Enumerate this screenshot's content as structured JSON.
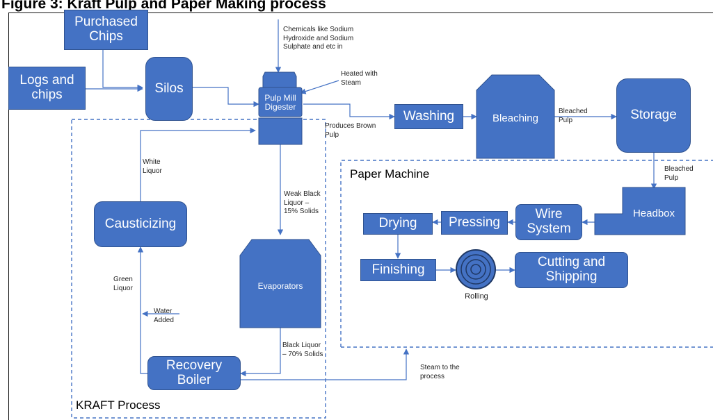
{
  "title": "Figure 3: Kraft Pulp and Paper Making process",
  "regions": {
    "kraft": "KRAFT Process",
    "paper": "Paper Machine"
  },
  "nodes": {
    "purchased_chips": "Purchased\nChips",
    "logs_chips": "Logs and\nchips",
    "silos": "Silos",
    "digester": "Pulp Mill\nDigester",
    "washing": "Washing",
    "bleaching": "Bleaching",
    "storage": "Storage",
    "causticizing": "Causticizing",
    "evaporators": "Evaporators",
    "recovery_boiler": "Recovery\nBoiler",
    "headbox": "Headbox",
    "wire_system": "Wire\nSystem",
    "pressing": "Pressing",
    "drying": "Drying",
    "finishing": "Finishing",
    "cutting": "Cutting and\nShipping",
    "rolling": "Rolling"
  },
  "labels": {
    "chemicals": "Chemicals like Sodium\nHydroxide and Sodium\nSulphate and etc in",
    "heated": "Heated with\nSteam",
    "brown_pulp": "Produces Brown\nPulp",
    "bleached_pulp_1": "Bleached\nPulp",
    "bleached_pulp_2": "Bleached\nPulp",
    "white_liquor": "White\nLiquor",
    "weak_black": "Weak Black\nLiquor –\n15% Solids",
    "green_liquor": "Green\nLiquor",
    "water_added": "Water\nAdded",
    "black_liquor": "Black Liquor\n– 70% Solids",
    "steam_process": "Steam to the\nprocess"
  },
  "colors": {
    "box_fill": "#4472C4",
    "box_border": "#2F528F",
    "line": "#4472C4"
  }
}
